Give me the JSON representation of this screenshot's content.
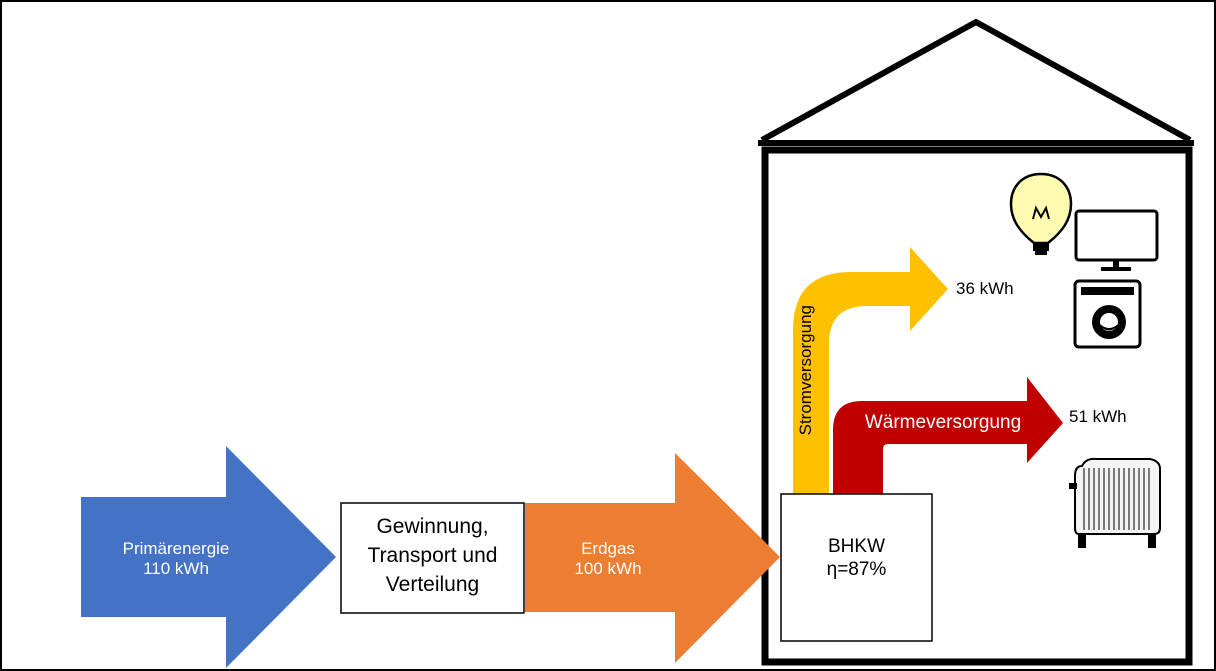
{
  "primary": {
    "label": "Primärenergie",
    "value": "110 kWh",
    "color": "#4472C4"
  },
  "process": {
    "line1": "Gewinnung,",
    "line2": "Transport und",
    "line3": "Verteilung"
  },
  "gas": {
    "label": "Erdgas",
    "value": "100 kWh",
    "color": "#ED7D31"
  },
  "chp": {
    "label": "BHKW",
    "efficiency": "η=87%"
  },
  "power": {
    "label": "Stromversorgung",
    "value": "36 kWh",
    "color": "#FFC000"
  },
  "heat": {
    "label": "Wärmeversorgung",
    "value": "51 kWh",
    "color": "#C00000"
  },
  "icons": [
    "light-bulb-icon",
    "monitor-icon",
    "washing-machine-icon",
    "radiator-icon"
  ]
}
